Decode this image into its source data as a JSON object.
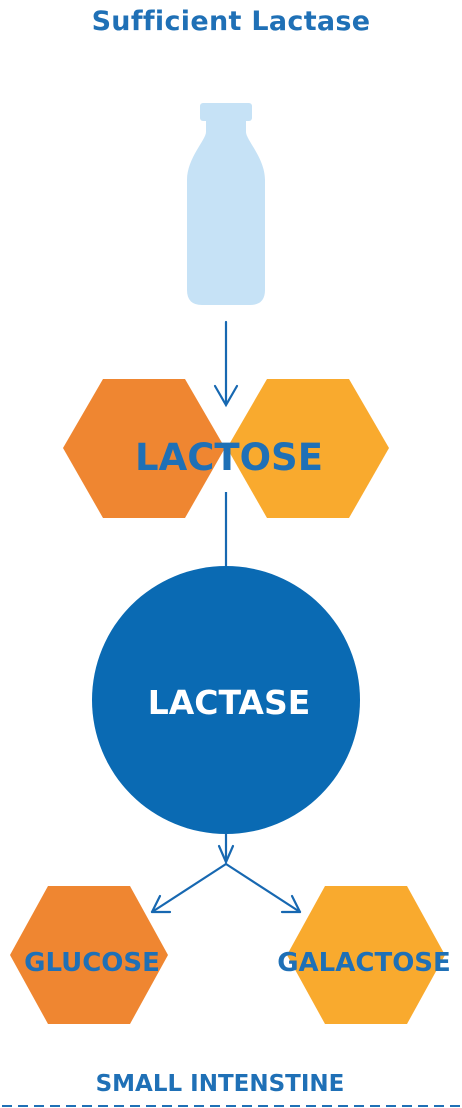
{
  "title": "Sufficient Lactase",
  "nodes": {
    "lactose": "LACTOSE",
    "lactase": "LACTASE",
    "glucose": "GLUCOSE",
    "galactose": "GALACTOSE"
  },
  "footer": "SMALL INTENSTINE",
  "colors": {
    "blue_text": "#1F70B6",
    "lactase_circle": "#0A6AB3",
    "orange": "#EF8631",
    "amber": "#F9AA2E",
    "bottle": "#C6E2F6",
    "arrow": "#1768B1",
    "circle_text": "#FFFFFF"
  }
}
